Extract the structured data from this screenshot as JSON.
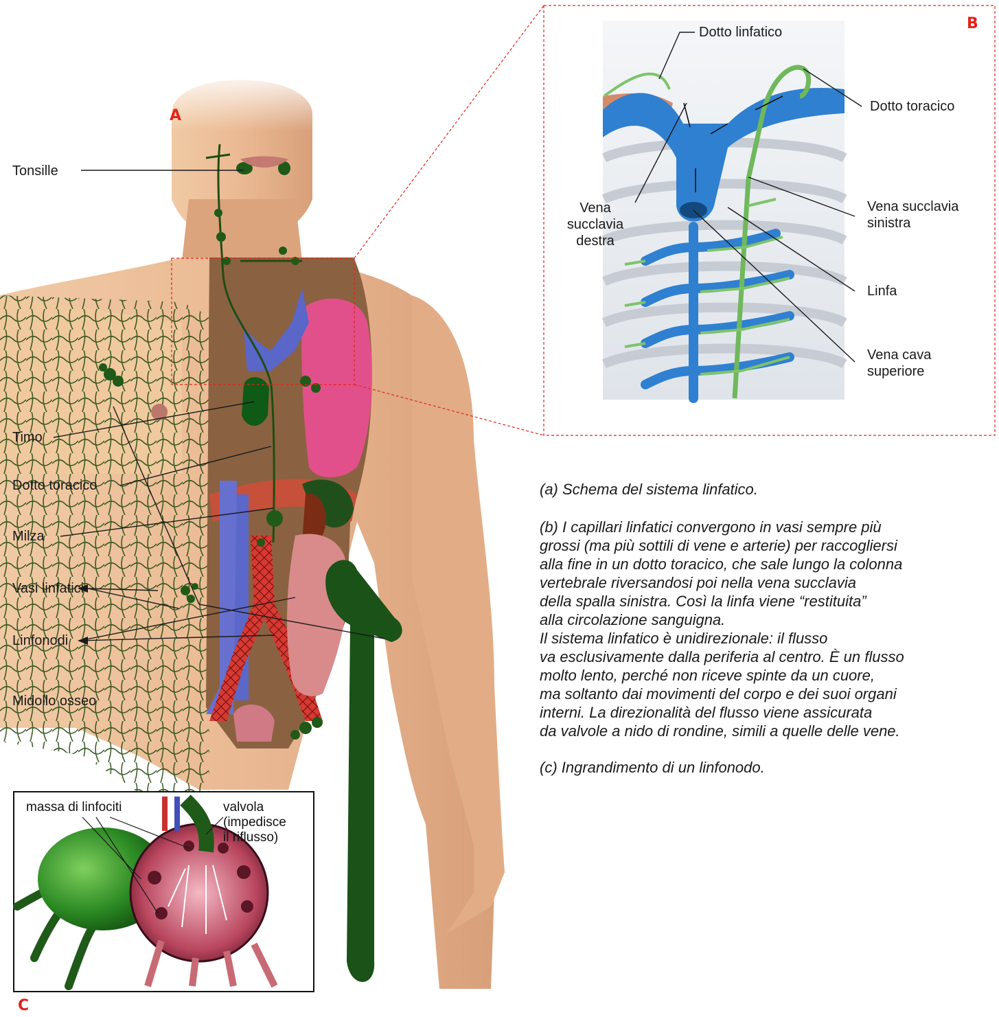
{
  "panels": {
    "a": "A",
    "b": "B",
    "c": "C"
  },
  "labels_a": {
    "tonsille": "Tonsille",
    "timo": "Timo",
    "dotto_toracico": "Dotto toracico",
    "milza": "Milza",
    "vasi_linfatici": "Vasi linfatici",
    "linfonodi": "Linfonodi",
    "midollo_osseo": "Midollo osseo"
  },
  "labels_b": {
    "dotto_linfatico": "Dotto linfatico",
    "dotto_toracico": "Dotto toracico",
    "vena_succlavia_destra": [
      "Vena",
      "succlavia",
      "destra"
    ],
    "vena_succlavia_sinistra": [
      "Vena succlavia",
      "sinistra"
    ],
    "linfa": "Linfa",
    "vena_cava_superiore": [
      "Vena cava",
      "superiore"
    ]
  },
  "labels_c": {
    "massa": "massa di linfociti",
    "valvola": [
      "valvola",
      "(impedisce",
      "il riflusso)"
    ]
  },
  "captions": {
    "a": "(a) Schema del sistema linfatico.",
    "b": [
      "(b) I capillari linfatici convergono in vasi sempre più",
      "grossi (ma più sottili di vene e arterie) per raccogliersi",
      "alla fine in un dotto toracico, che sale lungo la colonna",
      "vertebrale riversandosi poi nella vena succlavia",
      "della spalla sinistra. Così la linfa viene “restituita”",
      "alla circolazione sanguigna.",
      "Il sistema linfatico è unidirezionale: il flusso",
      "va esclusivamente dalla periferia al centro. È un flusso",
      "molto lento, perché non riceve spinte da un cuore,",
      "ma soltanto dai movimenti del corpo e dei suoi organi",
      "interni. La direzionalità del flusso viene assicurata",
      "da valvole a nido di rondine, simili a quelle delle vene."
    ],
    "c": "(c) Ingrandimento di un linfonodo."
  },
  "colors": {
    "skin": "#e9b98f",
    "lymph": "#1f5a1a",
    "vein": "#5a66c8",
    "lung": "#e0508a",
    "artery": "#d12a2a",
    "node_green": "#2e8a2a",
    "highlight_red": "#e2231a",
    "vein_b": "#3a86cf",
    "lymph_b": "#7fc36b"
  }
}
